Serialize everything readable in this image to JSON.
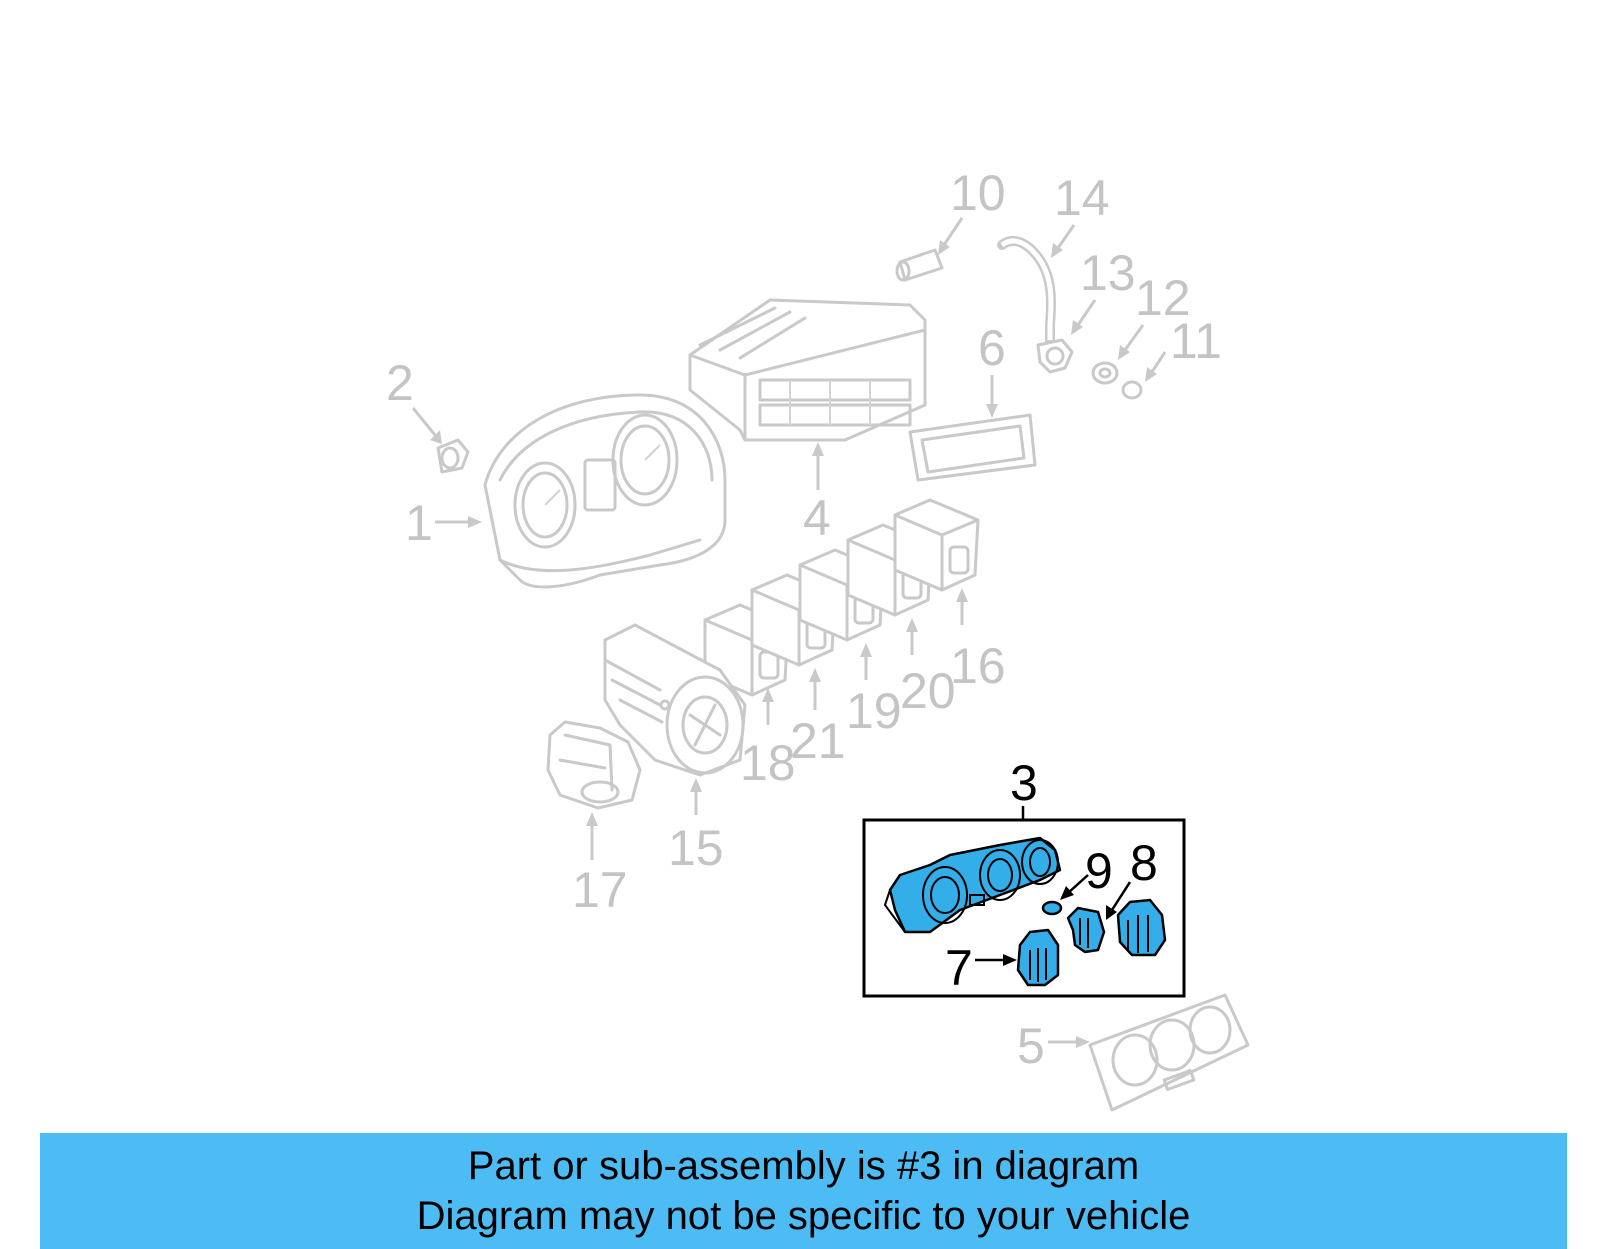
{
  "diagram": {
    "callouts": [
      {
        "id": "1",
        "label": "1"
      },
      {
        "id": "2",
        "label": "2"
      },
      {
        "id": "3",
        "label": "3"
      },
      {
        "id": "4",
        "label": "4"
      },
      {
        "id": "5",
        "label": "5"
      },
      {
        "id": "6",
        "label": "6"
      },
      {
        "id": "7",
        "label": "7"
      },
      {
        "id": "8",
        "label": "8"
      },
      {
        "id": "9",
        "label": "9"
      },
      {
        "id": "10",
        "label": "10"
      },
      {
        "id": "11",
        "label": "11"
      },
      {
        "id": "12",
        "label": "12"
      },
      {
        "id": "13",
        "label": "13"
      },
      {
        "id": "14",
        "label": "14"
      },
      {
        "id": "15",
        "label": "15"
      },
      {
        "id": "16",
        "label": "16"
      },
      {
        "id": "17",
        "label": "17"
      },
      {
        "id": "18",
        "label": "18"
      },
      {
        "id": "19",
        "label": "19"
      },
      {
        "id": "20",
        "label": "20"
      },
      {
        "id": "21",
        "label": "21"
      }
    ],
    "highlighted_part": "3",
    "colors": {
      "highlight": "#33aee8",
      "inactive_parts": "#c9c9c9",
      "caption_background": "#4dbcf4"
    }
  },
  "caption": {
    "line1": "Part or sub-assembly is #3 in diagram",
    "line2": "Diagram may not be specific to your vehicle"
  }
}
